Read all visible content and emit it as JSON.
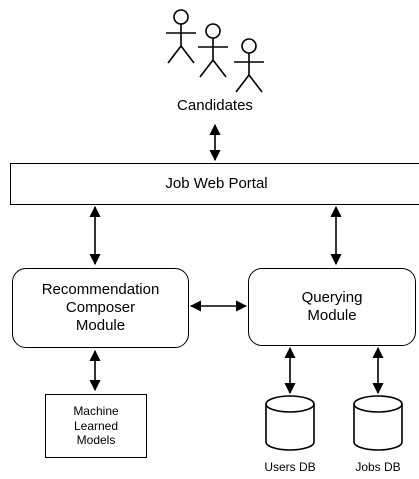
{
  "actors": {
    "label": "Candidates",
    "icon": "stick-figure-icon"
  },
  "portal": {
    "label": "Job Web Portal"
  },
  "recommendation": {
    "line1": "Recommendation",
    "line2": "Composer",
    "line3": "Module"
  },
  "querying": {
    "line1": "Querying",
    "line2": "Module"
  },
  "models": {
    "line1": "Machine",
    "line2": "Learned",
    "line3": "Models"
  },
  "databases": [
    {
      "label": "Users DB",
      "icon": "database-icon"
    },
    {
      "label": "Jobs DB",
      "icon": "database-icon"
    }
  ]
}
